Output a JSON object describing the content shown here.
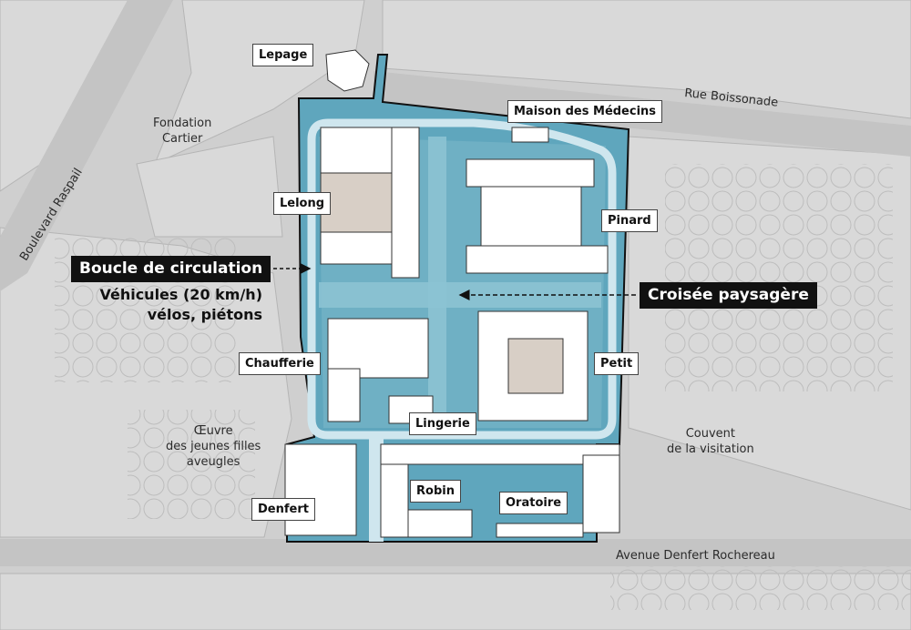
{
  "buildings": {
    "lepage": "Lepage",
    "maison_medecins": "Maison des Médecins",
    "lelong": "Lelong",
    "pinard": "Pinard",
    "chaufferie": "Chaufferie",
    "petit": "Petit",
    "lingerie": "Lingerie",
    "denfert": "Denfert",
    "robin": "Robin",
    "oratoire": "Oratoire"
  },
  "places": {
    "fondation_cartier": [
      "Fondation",
      "Cartier"
    ],
    "oeuvre": [
      "Œuvre",
      "des jeunes filles",
      "aveugles"
    ],
    "couvent": [
      "Couvent",
      "de la visitation"
    ]
  },
  "streets": {
    "rue_boissonade": "Rue Boissonade",
    "boulevard_raspail": "Boulevard Raspail",
    "avenue_denfert": "Avenue Denfert Rochereau"
  },
  "callouts": {
    "boucle": "Boucle de circulation",
    "boucle_detail": [
      "Véhicules (20 km/h)",
      "vélos, piétons"
    ],
    "croisee": "Croisée paysagère"
  },
  "colors": {
    "site_fill": "#5fa6bd",
    "loop": "#cfe6ee",
    "building": "#ffffff",
    "background": "#cfcfcf",
    "callout_bg": "#111111"
  }
}
